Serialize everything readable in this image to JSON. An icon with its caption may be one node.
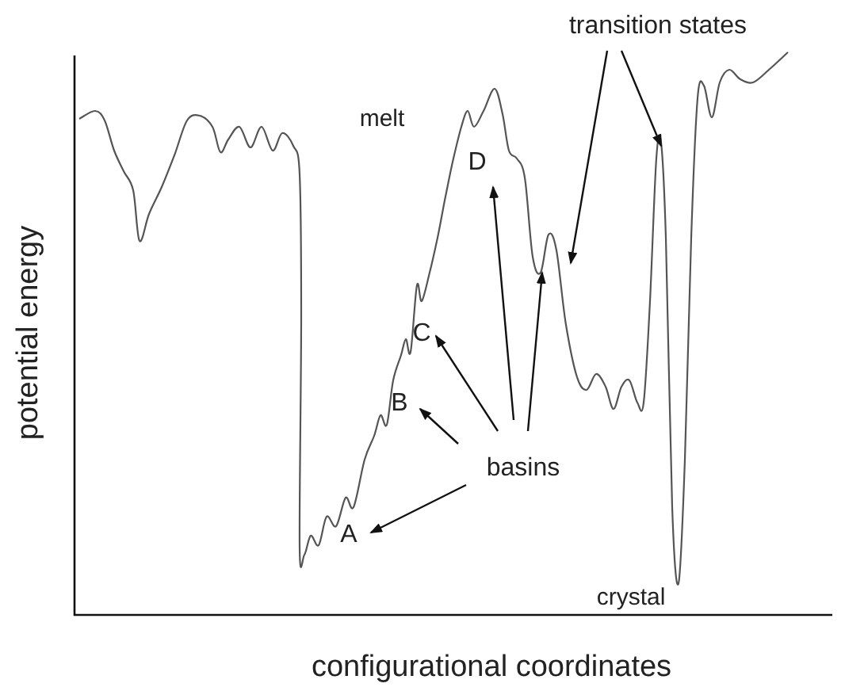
{
  "diagram": {
    "nodes": [
      {
        "text": [
          "A"
        ]
      },
      {
        "text": [
          "B"
        ]
      },
      {
        "text": [
          "C"
        ]
      },
      {
        "text": [
          "D"
        ]
      },
      {
        "text": [
          "basins"
        ]
      },
      {
        "text": [
          "transition states"
        ]
      }
    ],
    "edges": [
      {
        "from": 4,
        "to": 0,
        "arrow": "to"
      },
      {
        "from": 4,
        "to": 1,
        "arrow": "to"
      },
      {
        "from": 4,
        "to": 2,
        "arrow": "to"
      },
      {
        "from": 4,
        "to": 3,
        "arrow": "to"
      },
      {
        "from": 4,
        "to": null,
        "arrow": "to"
      },
      {
        "from": 5,
        "to": null,
        "arrow": "to"
      },
      {
        "from": 5,
        "to": null,
        "arrow": "to"
      }
    ],
    "labels": [
      "melt",
      "crystal",
      "potential energy",
      "configurational coordinates"
    ]
  }
}
